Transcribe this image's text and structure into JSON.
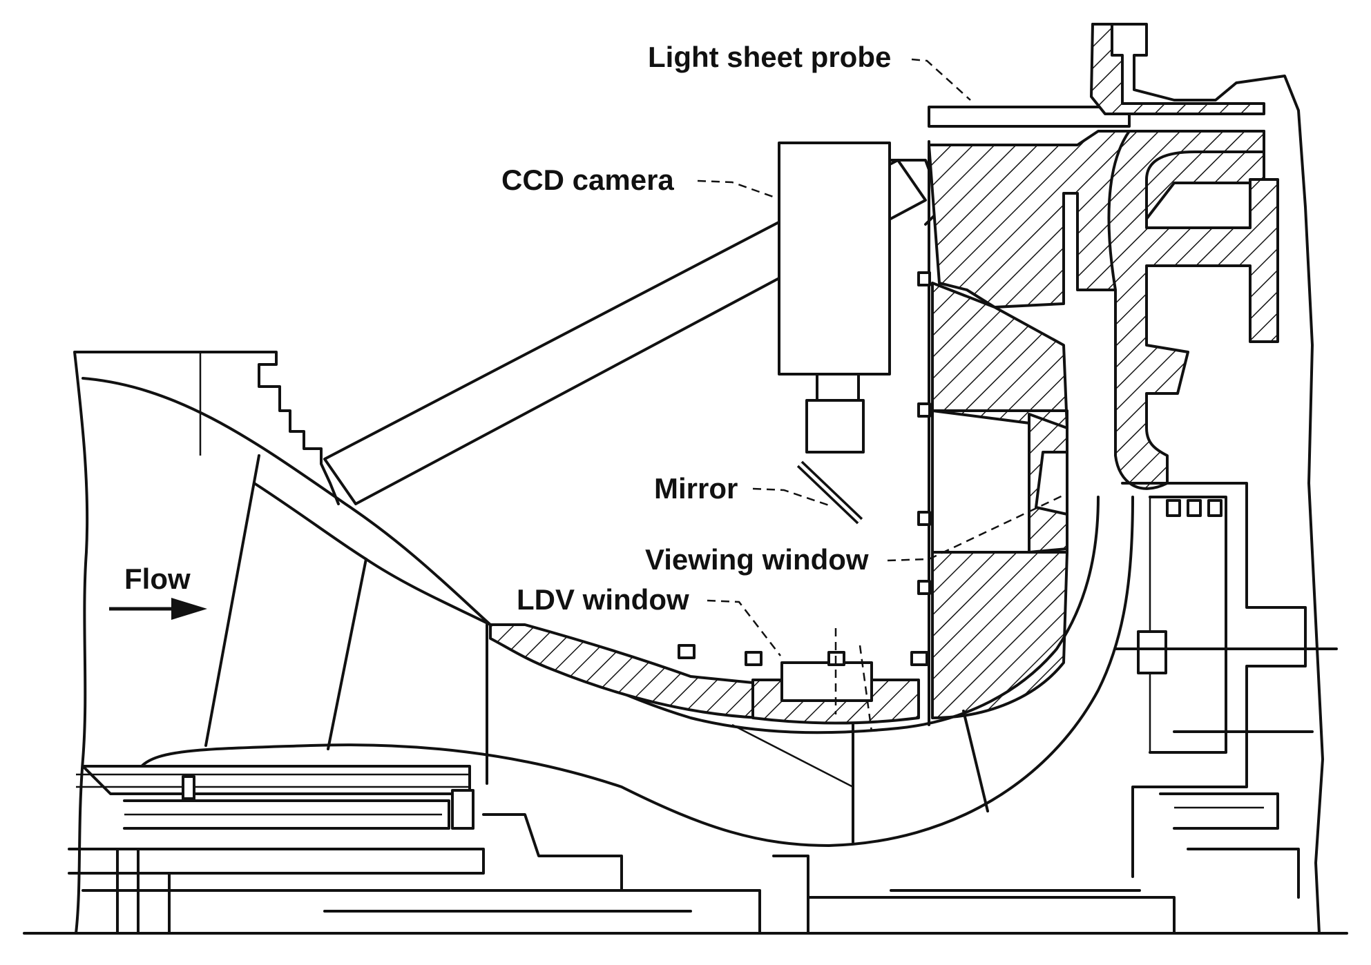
{
  "labels": {
    "light_sheet_probe": "Light sheet probe",
    "ccd_camera": "CCD camera",
    "mirror": "Mirror",
    "viewing_window": "Viewing window",
    "ldv_window": "LDV window",
    "flow": "Flow"
  },
  "colors": {
    "line": "#111111",
    "background": "#ffffff"
  }
}
